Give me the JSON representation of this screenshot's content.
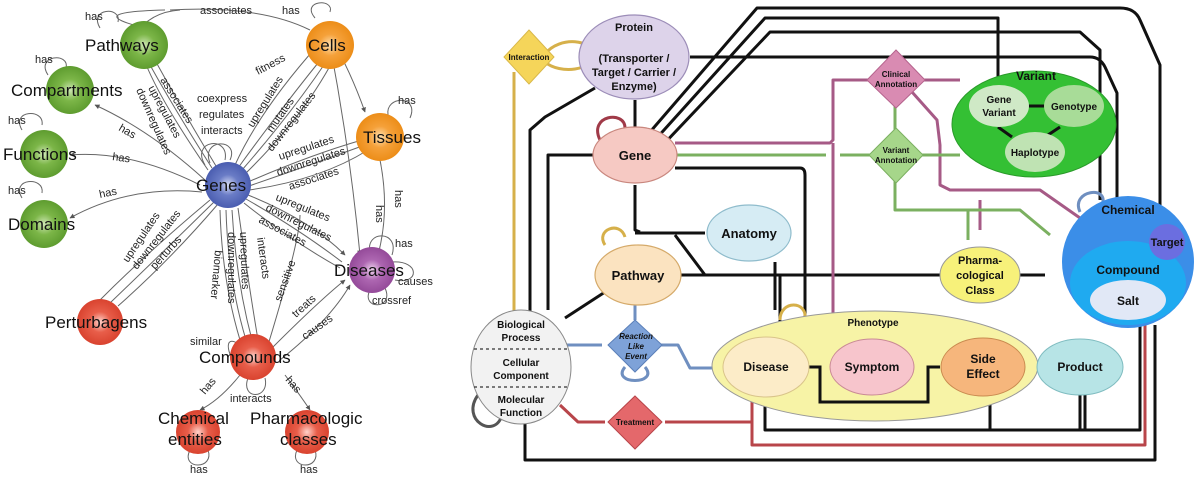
{
  "left_graph": {
    "nodes": {
      "pathways": {
        "label": "Pathways",
        "color": "#6fab3a"
      },
      "compartments": {
        "label": "Compartments",
        "color": "#6fab3a"
      },
      "functions": {
        "label": "Functions",
        "color": "#6fab3a"
      },
      "domains": {
        "label": "Domains",
        "color": "#6fab3a"
      },
      "cells": {
        "label": "Cells",
        "color": "#f39a2b"
      },
      "tissues": {
        "label": "Tissues",
        "color": "#f39a2b"
      },
      "genes": {
        "label": "Genes",
        "color": "#5b6fbf"
      },
      "diseases": {
        "label": "Diseases",
        "color": "#a45ba9"
      },
      "perturbagens": {
        "label": "Perturbagens",
        "color": "#e5533f"
      },
      "compounds": {
        "label": "Compounds",
        "color": "#e5533f"
      },
      "chemical_entities": {
        "label1": "Chemical",
        "label2": "entities",
        "color": "#e5533f"
      },
      "pharmacologic_classes": {
        "label1": "Pharmacologic",
        "label2": "classes",
        "color": "#e5533f"
      }
    },
    "edge_labels": {
      "has": "has",
      "associates": "associates",
      "upregulates": "upregulates",
      "downregulates": "downregulates",
      "fitness": "fitness",
      "coexpress": "coexpress",
      "regulates": "regulates",
      "interacts": "interacts",
      "mutates": "mutates",
      "perturbs": "perturbs",
      "biomarker": "biomarker",
      "sensitive": "sensitive",
      "treats": "treats",
      "causes": "causes",
      "crossref": "crossref",
      "similar": "similar"
    }
  },
  "right_graph": {
    "nodes": {
      "interaction": {
        "label": "Interaction",
        "color": "#f5d55a"
      },
      "protein": {
        "title": "Protein",
        "line1": "(Transporter /",
        "line2": "Target / Carrier /",
        "line3": "Enzyme)",
        "color": "#ddd3ea"
      },
      "gene": {
        "label": "Gene",
        "color": "#f6c9c3"
      },
      "clinical_annotation": {
        "line1": "Clinical",
        "line2": "Annotation",
        "color": "#d98bb2"
      },
      "variant_annotation": {
        "line1": "Variant",
        "line2": "Annotation",
        "color": "#a6d68a"
      },
      "variant": {
        "label": "Variant",
        "color": "#34c034"
      },
      "gene_variant": {
        "line1": "Gene",
        "line2": "Variant"
      },
      "genotype": {
        "label": "Genotype"
      },
      "haplotype": {
        "label": "Haplotype"
      },
      "anatomy": {
        "label": "Anatomy",
        "color": "#d6ecf4"
      },
      "pathway": {
        "label": "Pathway",
        "color": "#fbe3c0"
      },
      "pharmacological_class": {
        "line1": "Pharma-",
        "line2": "cological",
        "line3": "Class",
        "color": "#f7f17a"
      },
      "chemical": {
        "label": "Chemical",
        "color": "#3b8ee8"
      },
      "target": {
        "label": "Target",
        "color": "#6b6ee0"
      },
      "compound": {
        "label": "Compound",
        "color": "#1faaf0"
      },
      "salt": {
        "label": "Salt",
        "color": "#e1e8f6"
      },
      "bio_go": {
        "bp1": "Biological",
        "bp2": "Process",
        "cc1": "Cellular",
        "cc2": "Component",
        "mf1": "Molecular",
        "mf2": "Function",
        "color": "#f2f2f2"
      },
      "reaction_like_event": {
        "line1": "Reaction",
        "line2": "Like",
        "line3": "Event",
        "color": "#7ea2d8"
      },
      "phenotype": {
        "label": "Phenotype",
        "color": "#f7f3a6"
      },
      "disease": {
        "label": "Disease",
        "color": "#fcecc8"
      },
      "symptom": {
        "label": "Symptom",
        "color": "#f7c5cc"
      },
      "side_effect": {
        "line1": "Side",
        "line2": "Effect",
        "color": "#f6b67c"
      },
      "product": {
        "label": "Product",
        "color": "#b7e4e6"
      },
      "treatment": {
        "label": "Treatment",
        "color": "#e4686b"
      }
    }
  }
}
